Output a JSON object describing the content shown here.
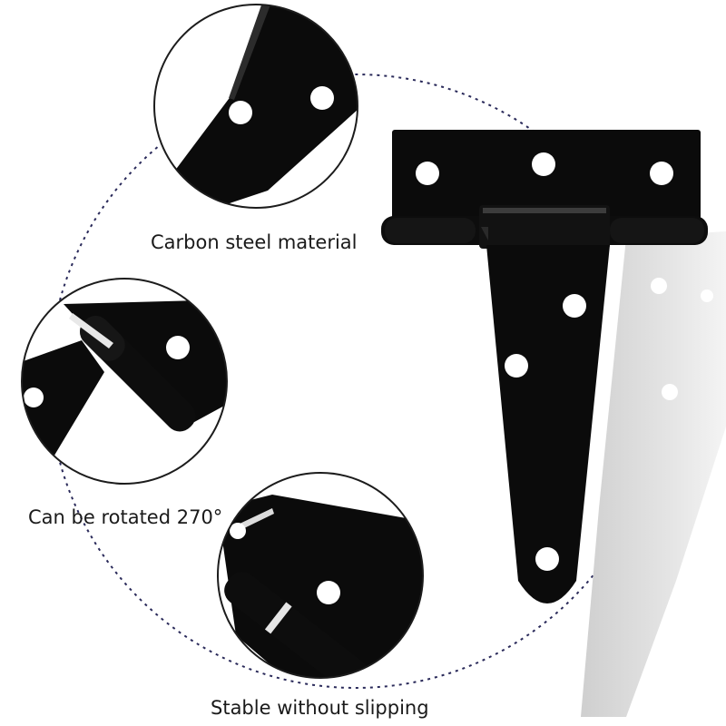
{
  "product": {
    "captions": {
      "material": "Carbon steel material",
      "rotation": "Can be rotated 270°",
      "stability": "Stable without slipping"
    },
    "colors": {
      "hinge": "#0b0b0b",
      "circle_border": "#1c1c1c",
      "dashed_circle": "#2a2a5a",
      "background": "#ffffff"
    }
  }
}
